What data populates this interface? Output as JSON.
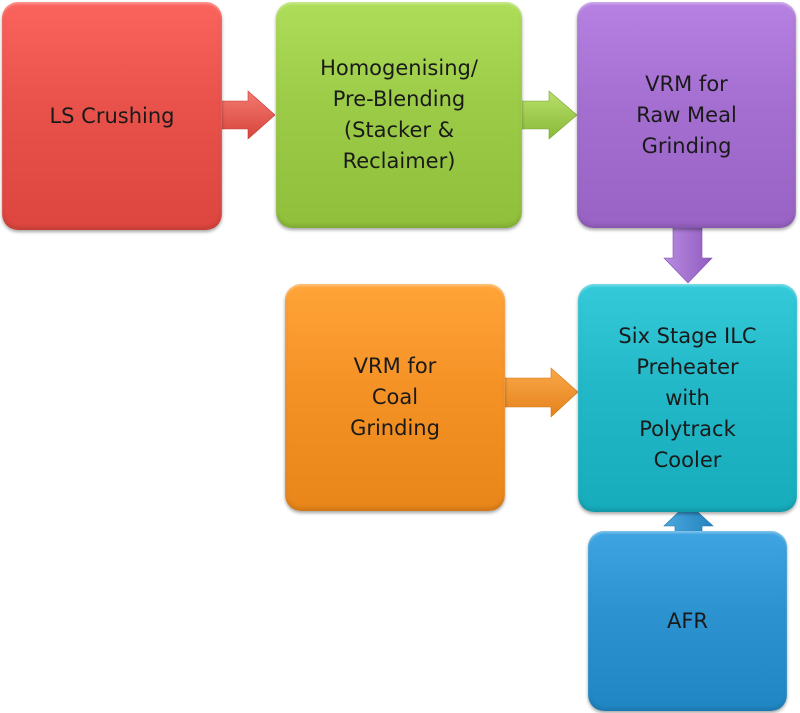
{
  "diagram": {
    "type": "process-flow",
    "nodes": [
      {
        "id": "red",
        "label": "LS Crushing",
        "color": "#e8524a"
      },
      {
        "id": "green",
        "label": "Homogenising/\nPre-Blending\n(Stacker &\nReclaimer)",
        "color": "#9ccc47"
      },
      {
        "id": "purple",
        "label": "VRM for\nRaw Meal\nGrinding",
        "color": "#a46fd0"
      },
      {
        "id": "orange",
        "label": "VRM for\nCoal\nGrinding",
        "color": "#f59226"
      },
      {
        "id": "teal",
        "label": "Six Stage ILC\nPreheater\nwith\nPolytrack\nCooler",
        "color": "#22b8c8"
      },
      {
        "id": "blue",
        "label": "AFR",
        "color": "#2c93d0"
      }
    ],
    "edges": [
      {
        "from": "red",
        "to": "green",
        "direction": "right",
        "color": "#e8524a"
      },
      {
        "from": "green",
        "to": "purple",
        "direction": "right",
        "color": "#9ccc47"
      },
      {
        "from": "purple",
        "to": "teal",
        "direction": "down",
        "color": "#a46fd0"
      },
      {
        "from": "orange",
        "to": "teal",
        "direction": "right",
        "color": "#f59226"
      },
      {
        "from": "blue",
        "to": "teal",
        "direction": "up",
        "color": "#2c93d0"
      }
    ]
  }
}
